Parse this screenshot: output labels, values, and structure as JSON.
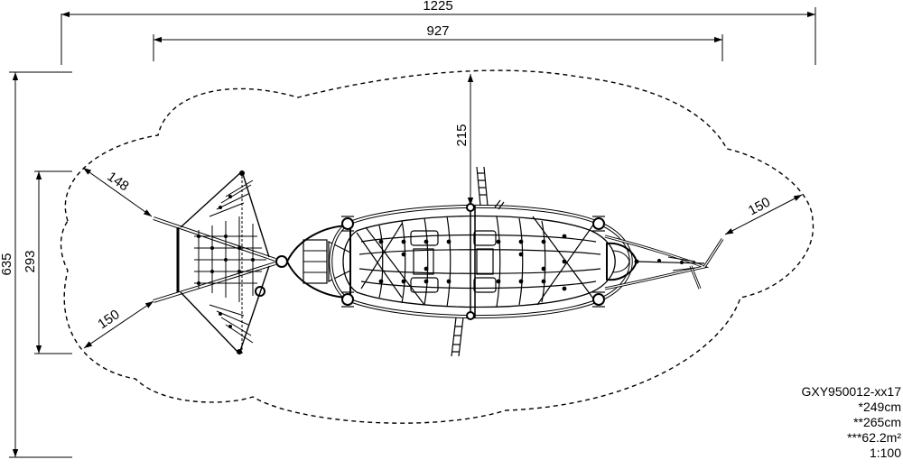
{
  "dimensions": {
    "overall_width": "1225",
    "inner_width": "927",
    "overall_height": "635",
    "inner_height": "293",
    "top_clearance": "215",
    "left_upper_clearance": "148",
    "left_lower_clearance": "150",
    "right_clearance": "150"
  },
  "spec": {
    "model": "GXY950012-xx17",
    "height_1": "*249cm",
    "height_2": "**265cm",
    "area": "***62.2m²",
    "scale": "1:100"
  }
}
